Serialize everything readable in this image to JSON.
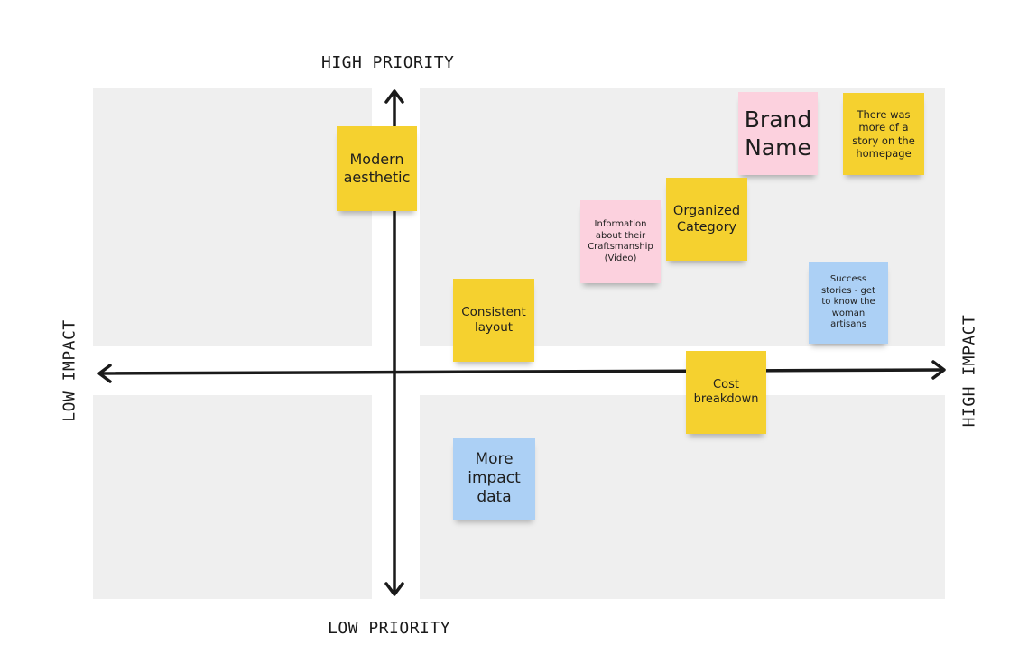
{
  "axes": {
    "top": "HIGH PRIORITY",
    "bottom": "LOW PRIORITY",
    "left": "LOW IMPACT",
    "right": "HIGH IMPACT"
  },
  "colors": {
    "yellow": "#f5d12f",
    "pink": "#fcd1de",
    "blue": "#acd0f5",
    "quadrant": "#efefef"
  },
  "notes": [
    {
      "text": "Modern aesthetic",
      "color": "yellow"
    },
    {
      "text": "Brand Name",
      "color": "pink"
    },
    {
      "text": "There was more of a story on the homepage",
      "color": "yellow"
    },
    {
      "text": "Information about their Craftsmanship (Video)",
      "color": "pink"
    },
    {
      "text": "Organized Category",
      "color": "yellow"
    },
    {
      "text": "Success stories - get to know the woman artisans",
      "color": "blue"
    },
    {
      "text": "Consistent layout",
      "color": "yellow"
    },
    {
      "text": "Cost breakdown",
      "color": "yellow"
    },
    {
      "text": "More impact data",
      "color": "blue"
    }
  ]
}
